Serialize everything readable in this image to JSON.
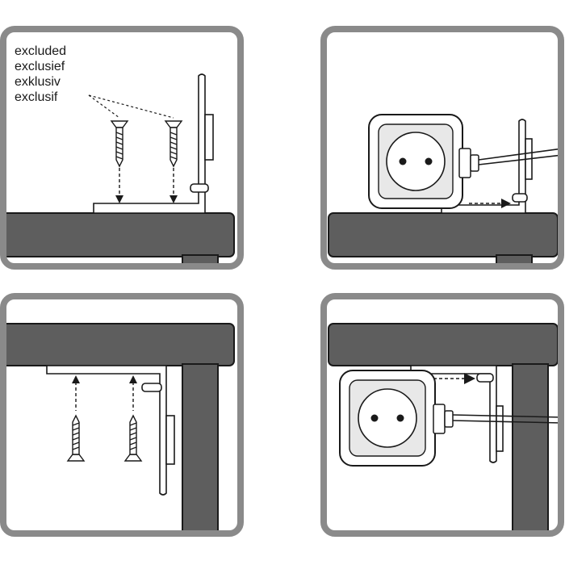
{
  "note": {
    "lines": [
      "excluded",
      "exclusief",
      "exklusiv",
      "exclusif"
    ]
  },
  "colors": {
    "frame": "#8a8a8a",
    "table": "#5e5e5e",
    "outline": "#1a1a1a",
    "socket_face": "#e8e8e8"
  },
  "icons": [
    "screw-icon",
    "socket-icon",
    "plug-icon",
    "bracket-icon",
    "arrow-icon"
  ]
}
